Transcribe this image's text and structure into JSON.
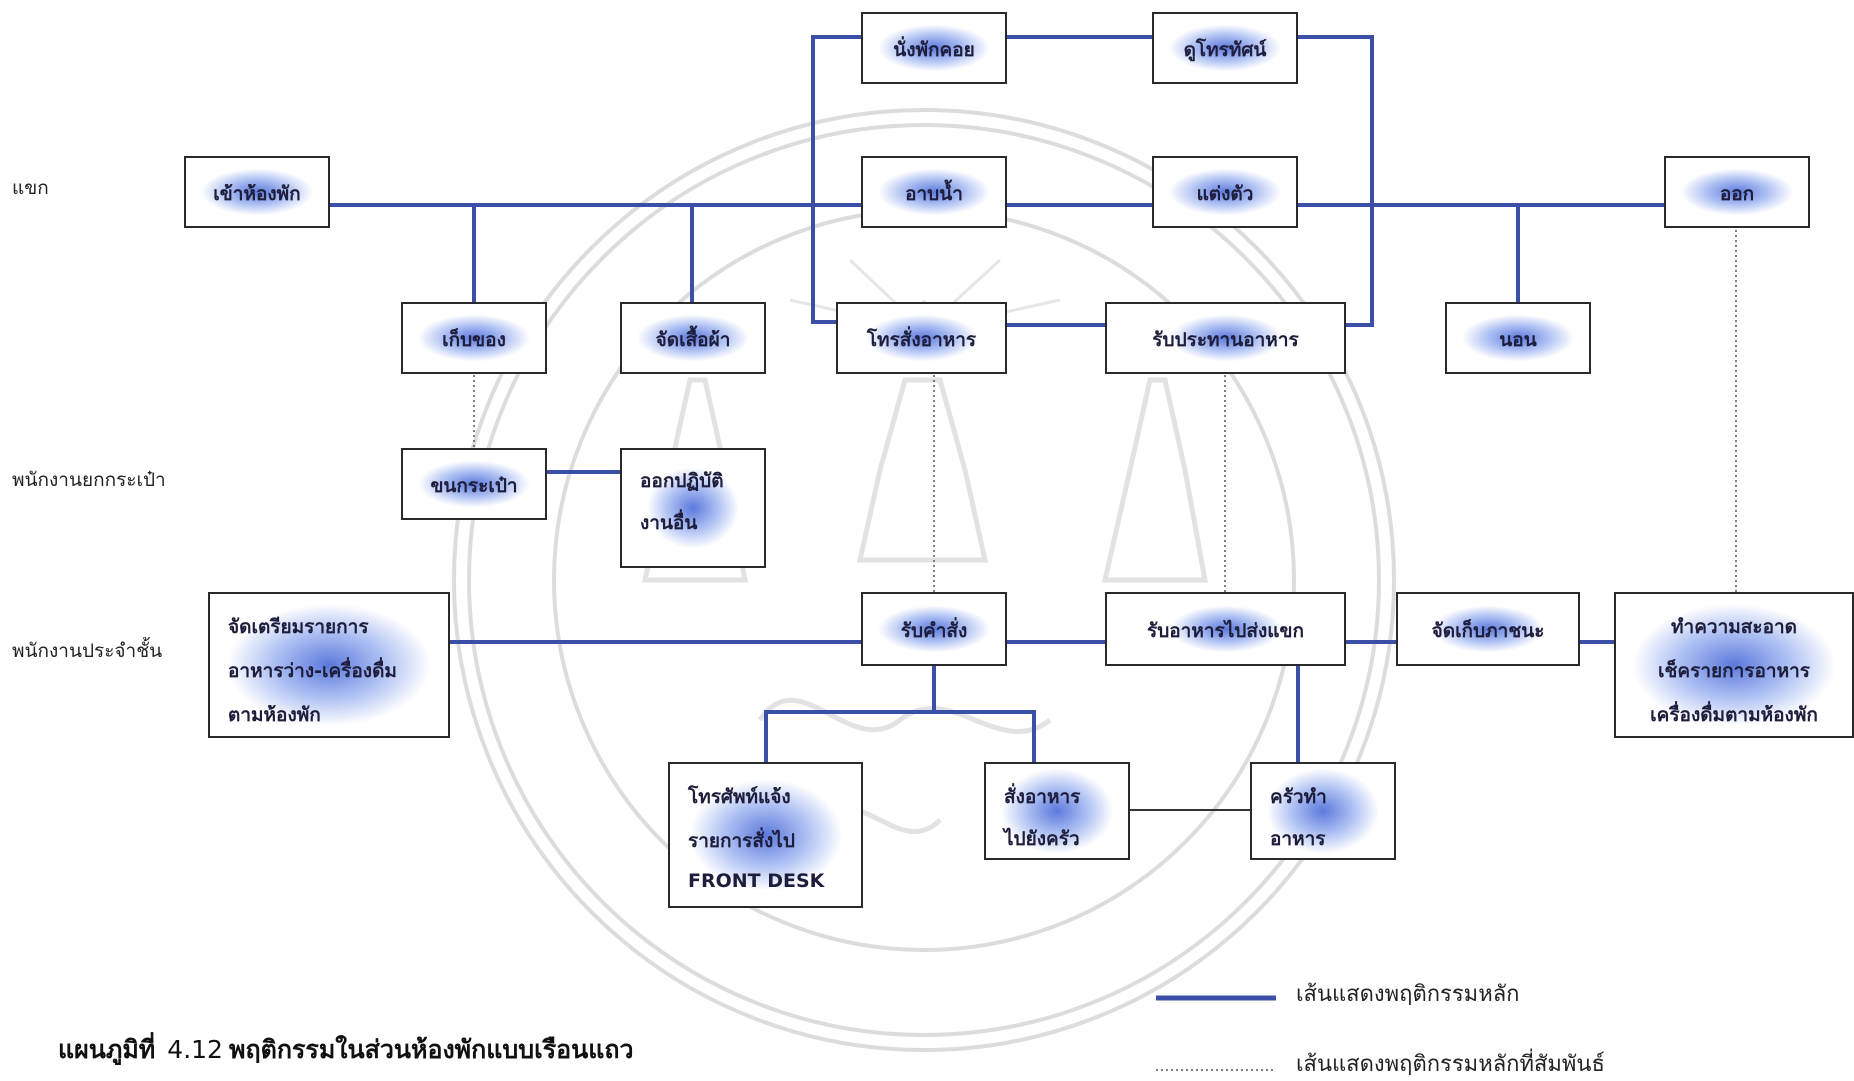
{
  "rows": {
    "guest": "แขก",
    "bellman": "พนักงานยกกระเป๋า",
    "floor_staff": "พนักงานประจำชั้น"
  },
  "boxes": {
    "lounge": "นั่งพักคอย",
    "watch_tv": "ดูโทรทัศน์",
    "enter_room": "เข้าห้องพัก",
    "bath": "อาบน้ำ",
    "dress": "แต่งตัว",
    "leave": "ออก",
    "store_items": "เก็บของ",
    "arrange_clothes": "จัดเสื้อผ้า",
    "phone_order": "โทรสั่งอาหาร",
    "eat": "รับประทานอาหาร",
    "sleep": "นอน",
    "carry_bags": "ขนกระเป๋า",
    "other_duty": [
      "ออกปฏิบัติ",
      "งานอื่น"
    ],
    "prepare_menu": [
      "จัดเตรียมรายการ",
      "อาหารว่าง-เครื่องดื่ม",
      "ตามห้องพัก"
    ],
    "take_order": "รับคำสั่ง",
    "deliver_food": "รับอาหารไปส่งแขก",
    "collect_dishes": "จัดเก็บภาชนะ",
    "clean_room": [
      "ทำความสะอาด",
      "เช็ครายการอาหาร",
      "เครื่องดื่มตามห้องพัก"
    ],
    "notify_front": [
      "โทรศัพท์แจ้ง",
      "รายการสั่งไป",
      "FRONT DESK"
    ],
    "send_kitchen": [
      "สั่งอาหาร",
      "ไปยังครัว"
    ],
    "kitchen_cook": [
      "ครัวทำ",
      "อาหาร"
    ]
  },
  "caption": {
    "label": "แผนภูมิที่",
    "number": "4.12",
    "title": "พฤติกรรมในส่วนห้องพักแบบเรือนแถว"
  },
  "legend": {
    "main": "เส้นแสดงพฤติกรรมหลัก",
    "related": "เส้นแสดงพฤติกรรมหลักที่สัมพันธ์"
  },
  "colors": {
    "main_line": "#3b4fa8",
    "related_line": "#555555",
    "watermark": "#d8d8d8"
  }
}
